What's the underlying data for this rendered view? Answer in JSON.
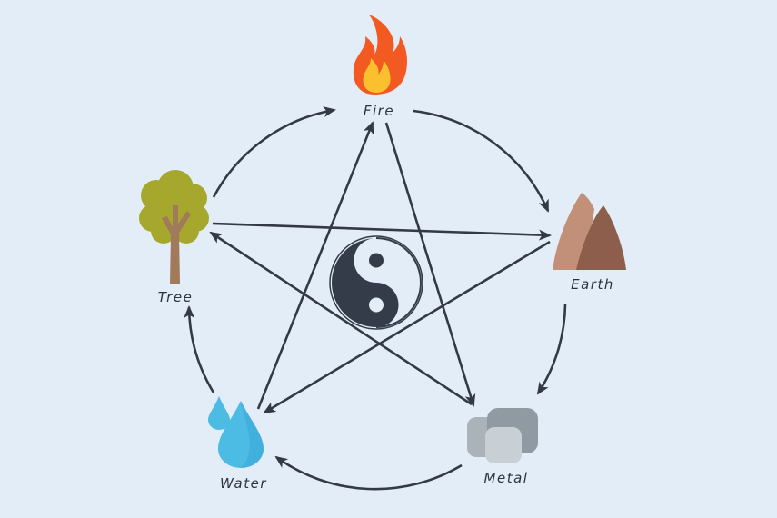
{
  "elements": {
    "fire": {
      "label": "Fire"
    },
    "earth": {
      "label": "Earth"
    },
    "metal": {
      "label": "Metal"
    },
    "water": {
      "label": "Water"
    },
    "tree": {
      "label": "Tree"
    }
  },
  "cycle_arrows": [
    {
      "from": "fire",
      "to": "earth"
    },
    {
      "from": "earth",
      "to": "metal"
    },
    {
      "from": "metal",
      "to": "water"
    },
    {
      "from": "water",
      "to": "tree"
    },
    {
      "from": "tree",
      "to": "fire"
    }
  ],
  "star_arrows": [
    {
      "from": "tree",
      "to": "earth"
    },
    {
      "from": "earth",
      "to": "water"
    },
    {
      "from": "water",
      "to": "fire"
    },
    {
      "from": "fire",
      "to": "metal"
    },
    {
      "from": "metal",
      "to": "tree"
    }
  ],
  "colors": {
    "background": "#e2edf7",
    "arrow": "#333a45",
    "yin": "#343c4a",
    "yang": "#e2edf7",
    "fire_outer": "#f25a22",
    "fire_inner": "#fbc02d",
    "earth_light": "#c28f78",
    "earth_dark": "#8e5e4c",
    "metal_light": "#c9d0d5",
    "metal_dark": "#909aa2",
    "water": "#4cbce5",
    "tree_foliage": "#a5a82d",
    "tree_trunk": "#a07a5a"
  },
  "center_symbol": "yin-yang-icon"
}
